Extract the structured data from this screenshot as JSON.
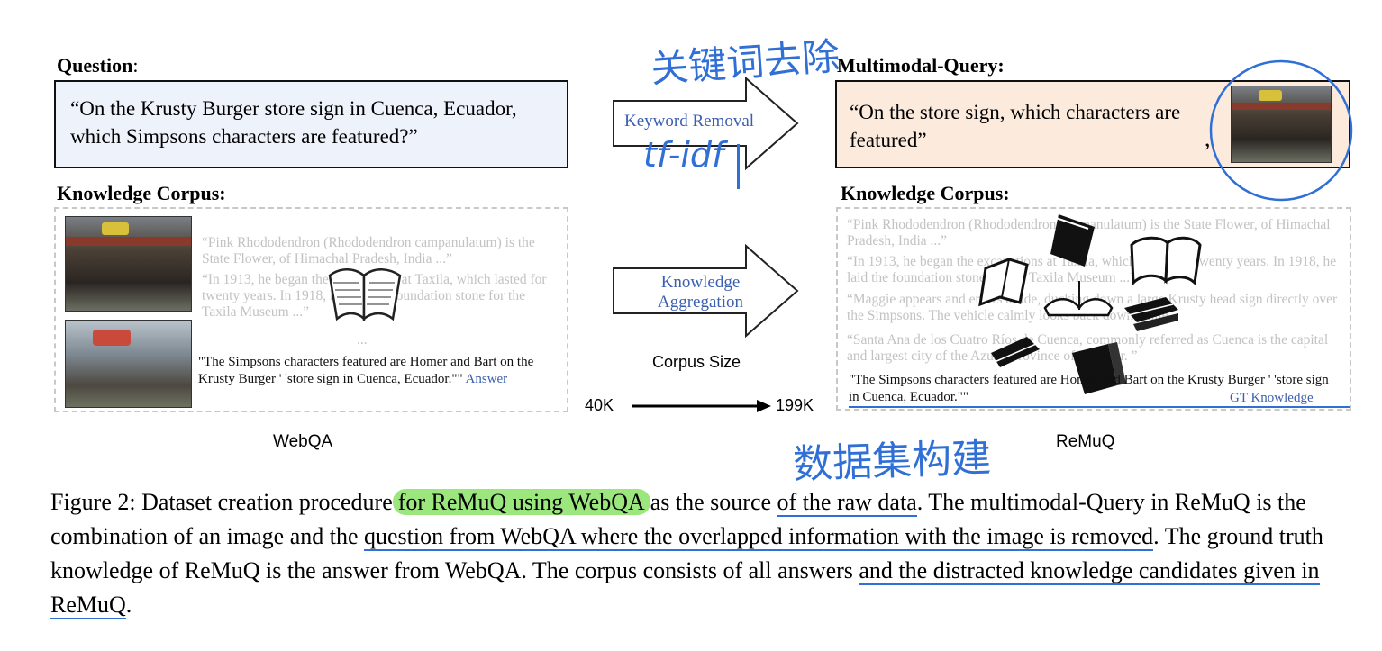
{
  "left": {
    "question_header": "Question",
    "question_colon": ":",
    "question_text": "“On the Krusty Burger store sign in Cuenca, Ecuador, which Simpsons characters are featured?”",
    "corpus_header": "Knowledge Corpus:",
    "faded1": "“Pink Rhododendron (Rhododendron campanulatum) is the State Flower, of Himachal Pradesh, India ...”",
    "faded2": "“In 1913, he began the excavations at Taxila, which lasted for twenty years. In 1918, he laid the foundation stone for the Taxila Museum ...”",
    "ellipsis": "...",
    "answer": "\"The Simpsons characters featured are Homer and Bart on the Krusty Burger ' 'store sign in Cuenca, Ecuador.\"\"",
    "answer_tag": "Answer",
    "label": "WebQA"
  },
  "middle": {
    "arrow1": "Keyword Removal",
    "arrow2_line1": "Knowledge",
    "arrow2_line2": "Aggregation",
    "corpus_size": "Corpus Size",
    "from": "40K",
    "to": "199K"
  },
  "right": {
    "query_header": "Multimodal-Query:",
    "query_text": "“On the store sign, which characters are featured”",
    "comma": ",",
    "corpus_header": "Knowledge Corpus:",
    "faded1": "“Pink Rhododendron (Rhododendron campanulatum) is the State Flower, of Himachal Pradesh, India ...”",
    "faded2": "“In 1913, he began the excavations at Taxila, which lasted for twenty years. In 1918, he laid the foundation stone for the Taxila Museum ...”",
    "faded3": "“Maggie appears and enters a ride, ducking down a large Krusty head sign directly over the Simpsons. The vehicle calmly looks back down while...",
    "faded4": "“Santa Ana de los Cuatro Ríos de Cuenca, commonly referred as Cuenca is the capital and largest city of the Azuay Province of Ecuador. ”",
    "answer": "\"The Simpsons characters featured are Homer and Bart on the Krusty Burger ' 'store sign in Cuenca, Ecuador.\"\"",
    "gt_tag": "GT Knowledge",
    "label": "ReMuQ"
  },
  "handwriting": {
    "top": "关键词去除",
    "mid": "tf-idf",
    "bottom": "数据集构建"
  },
  "caption": {
    "p1": "Figure 2: Dataset creation procedure",
    "hl": "for ReMuQ using WebQA",
    "p2": "as the source",
    "u1": "of the raw data",
    "p3": ". The multimodal-Query in ReMuQ is the combination of an image and the",
    "u2": "question from WebQA where the overlapped information with the image is removed",
    "p4": ". The ground truth knowledge of ReMuQ is the answer from WebQA. The corpus consists of all answers",
    "u3": "and the distracted knowledge candidates given in ReMuQ",
    "p5": "."
  }
}
